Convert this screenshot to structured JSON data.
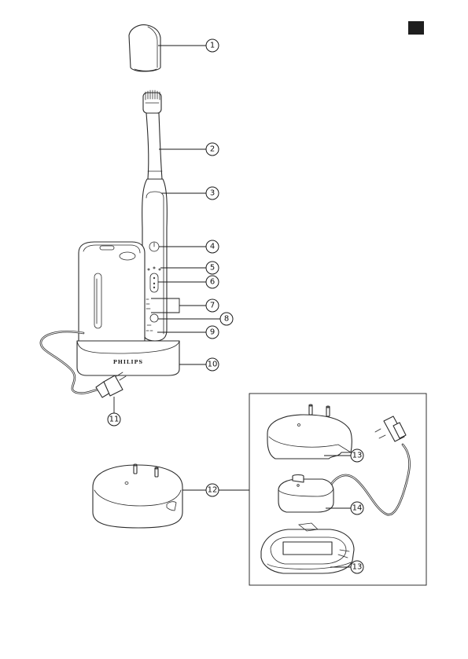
{
  "brand": "PHILIPS",
  "corner_mark_color": "#1e1e1e",
  "line_color": "#2b2b2b",
  "callouts": [
    {
      "label": "1"
    },
    {
      "label": "2"
    },
    {
      "label": "3"
    },
    {
      "label": "4"
    },
    {
      "label": "5"
    },
    {
      "label": "6"
    },
    {
      "label": "7"
    },
    {
      "label": "8"
    },
    {
      "label": "9"
    },
    {
      "label": "10"
    },
    {
      "label": "11"
    },
    {
      "label": "12"
    },
    {
      "label": "13"
    },
    {
      "label": "14"
    },
    {
      "label": "13"
    }
  ]
}
